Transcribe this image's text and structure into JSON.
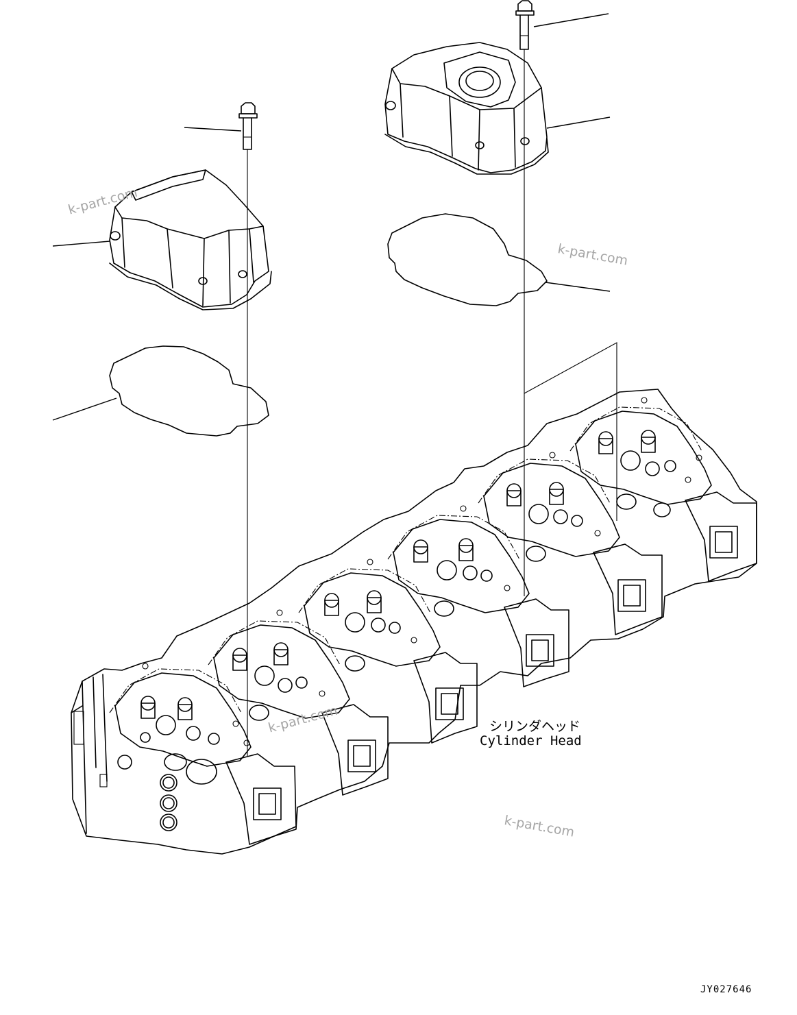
{
  "labels": {
    "cylinder_head_jp": "シリンダヘッド",
    "cylinder_head_en": "Cylinder Head"
  },
  "watermark": "k-part.com",
  "drawing_code": "JY027646",
  "parts": [
    "bolt-left",
    "head-cover-left",
    "gasket-left",
    "bolt-right",
    "head-cover-right",
    "gasket-right",
    "cylinder-head"
  ]
}
